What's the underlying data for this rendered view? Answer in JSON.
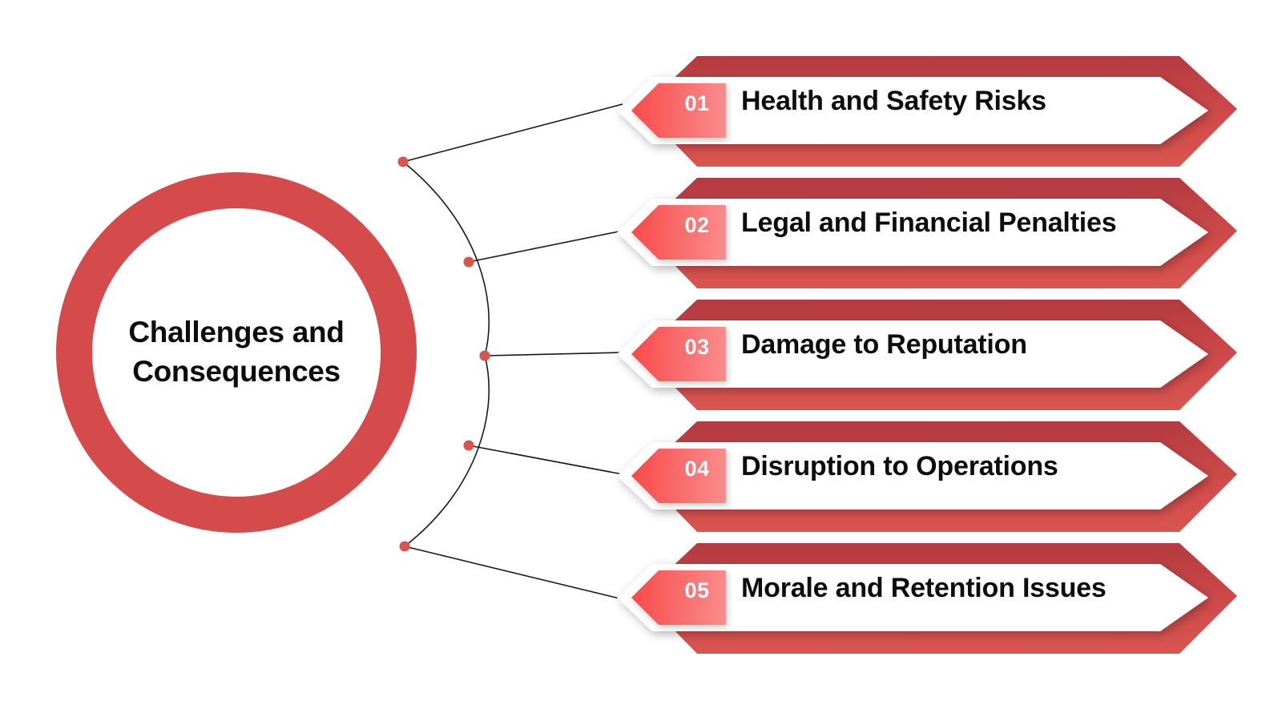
{
  "diagram": {
    "type": "radial-list",
    "background_color": "#ffffff",
    "center": {
      "label": "Challenges and\nConsequences",
      "line1": "Challenges and",
      "line2": "Consequences",
      "ring_color": "#D54A4A",
      "fill_color": "#ffffff",
      "text_color": "#0d0d0d"
    },
    "connector": {
      "arc_color": "#1a1a1a",
      "dot_color": "#D9534F",
      "line_color": "#1a1a1a"
    },
    "style": {
      "banner_outer_red": "#D54A4A",
      "banner_outer_red_dark": "#B8383C",
      "banner_inner_white": "#ffffff",
      "number_chevron_from": "#F94D4D",
      "number_chevron_to": "#F88",
      "number_text_color": "#ffffff",
      "title_text_color": "#0d0d0d"
    },
    "items": [
      {
        "number": "01",
        "label": "Health and Safety Risks"
      },
      {
        "number": "02",
        "label": "Legal and Financial Penalties"
      },
      {
        "number": "03",
        "label": "Damage to Reputation"
      },
      {
        "number": "04",
        "label": "Disruption to Operations"
      },
      {
        "number": "05",
        "label": "Morale and Retention Issues"
      }
    ]
  }
}
